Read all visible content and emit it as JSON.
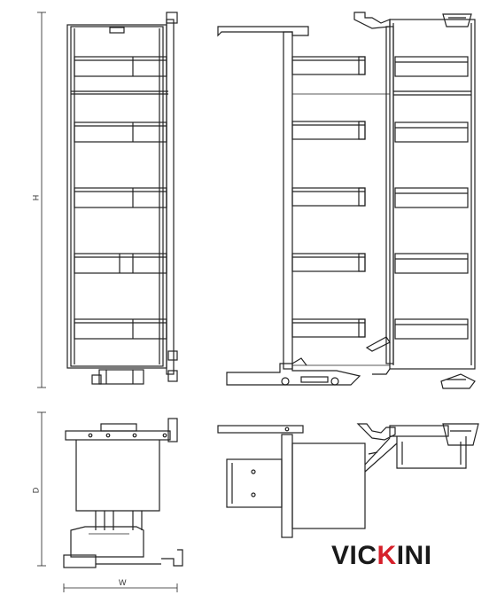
{
  "dimensions": {
    "height": "H",
    "depth": "D",
    "width": "W"
  },
  "brand": {
    "name_pre": "VIC",
    "name_k": "K",
    "name_post": "INI",
    "accent_color": "#d6202a"
  },
  "line_color": "#222222"
}
